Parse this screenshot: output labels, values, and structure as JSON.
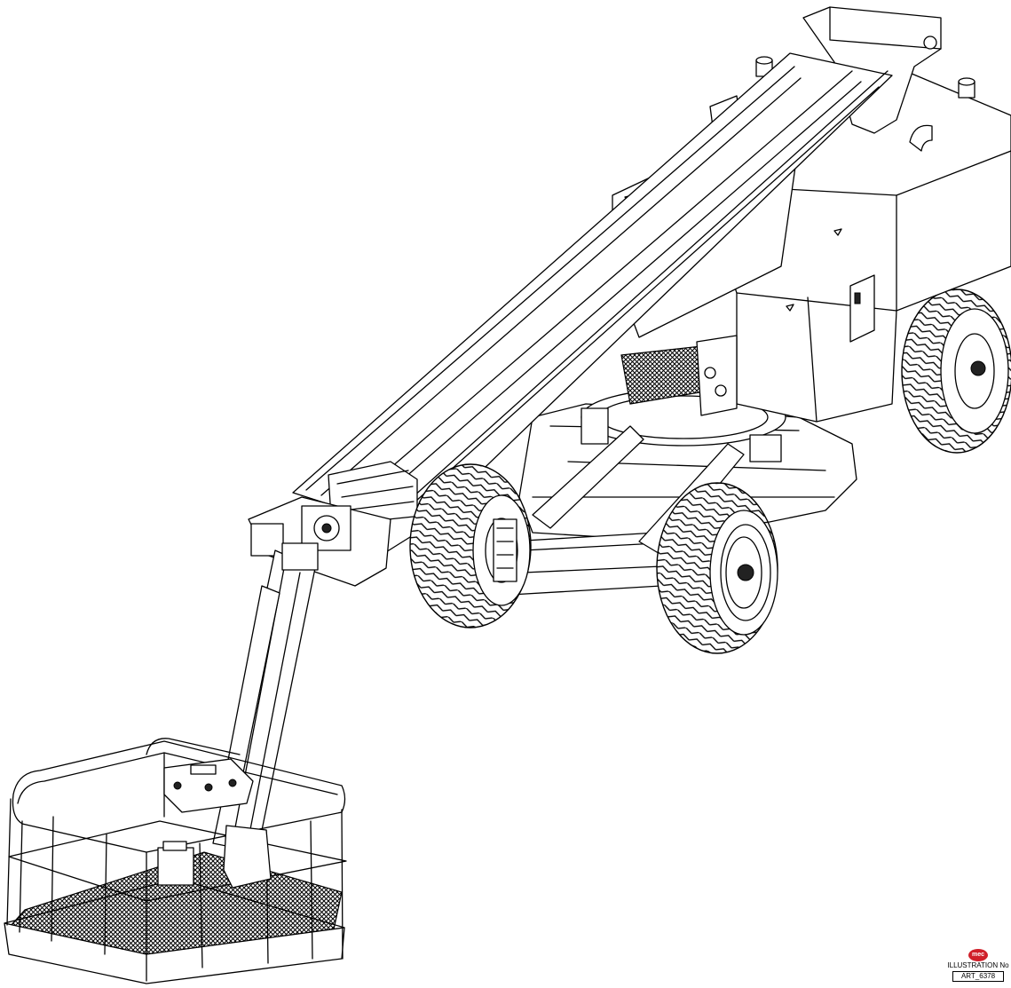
{
  "illustration": {
    "brand_logo_text": "mec",
    "brand_color": "#d0202a",
    "label": "ILLUSTRATION No",
    "number": "ART_6378"
  },
  "drawing": {
    "line_color": "#000000",
    "background": "#ffffff"
  }
}
